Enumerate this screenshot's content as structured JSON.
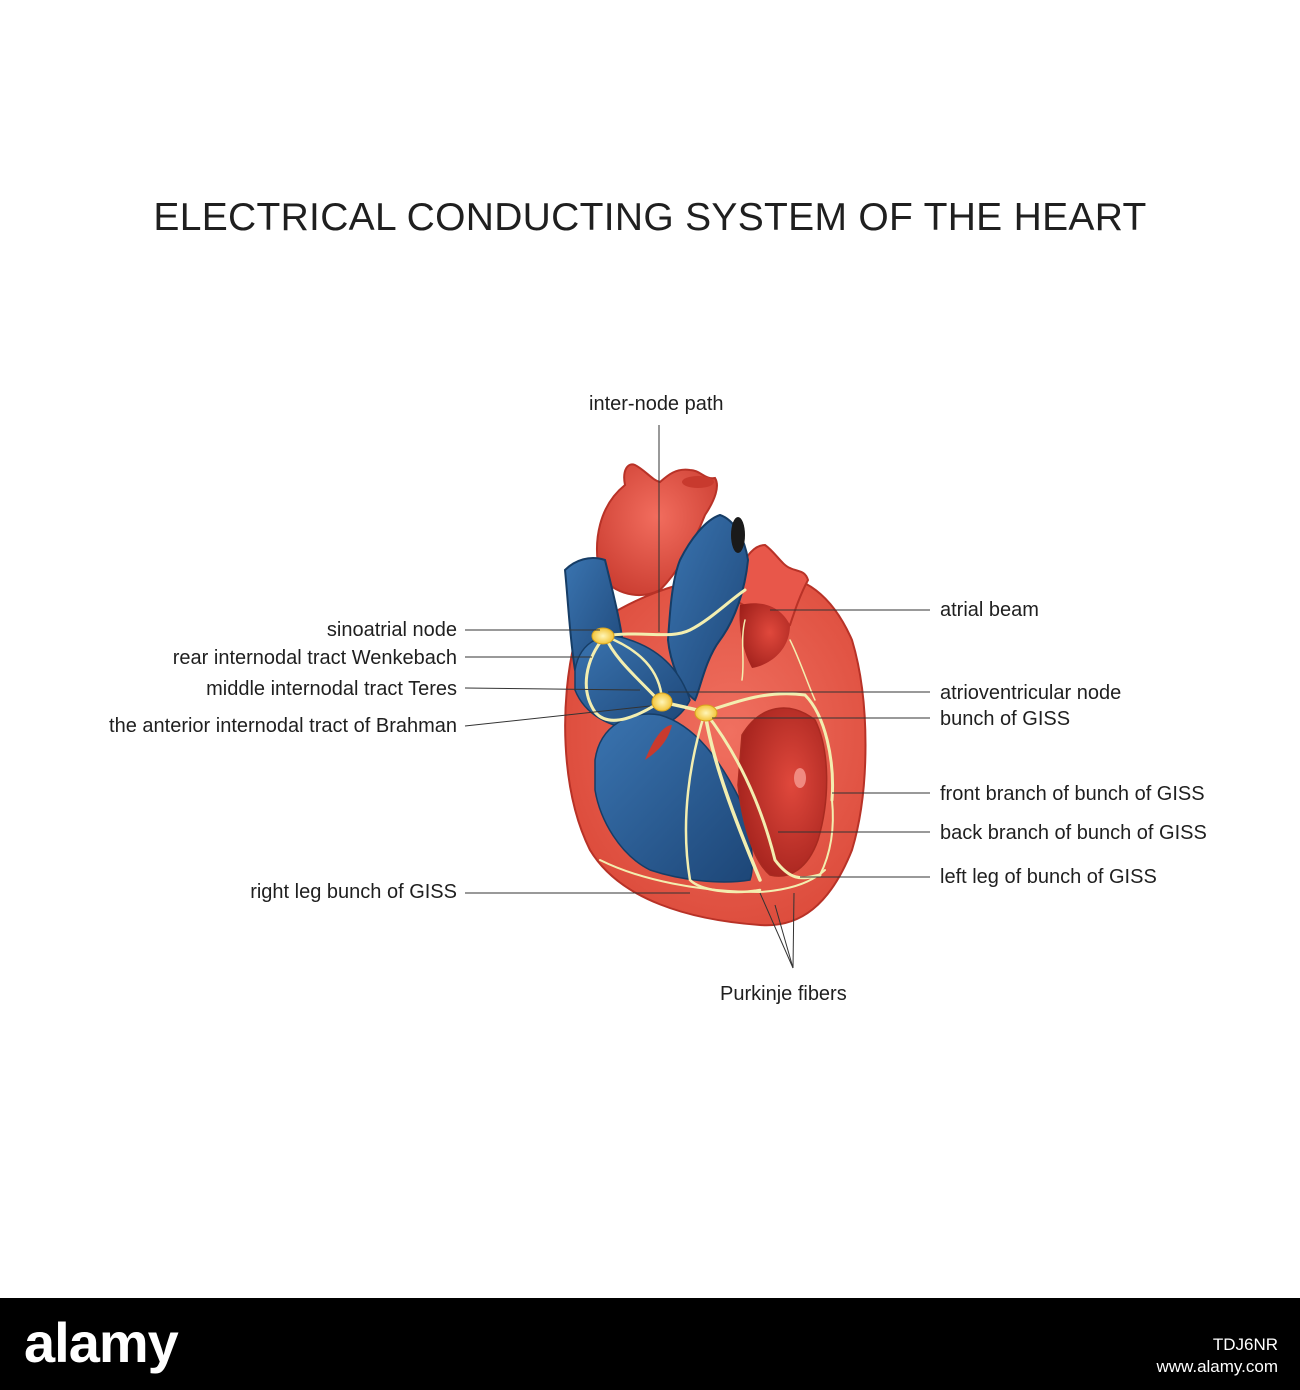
{
  "title": "ELECTRICAL CONDUCTING SYSTEM OF THE HEART",
  "labels": {
    "inter_node_path": "inter-node path",
    "atrial_beam": "atrial beam",
    "sinoatrial_node": "sinoatrial node",
    "rear_internodal": "rear internodal tract Wenkebach",
    "middle_internodal": "middle internodal tract Teres",
    "anterior_internodal": "the anterior internodal tract of Brahman",
    "av_node": "atrioventricular node",
    "bunch_giss": "bunch of GISS",
    "front_branch": "front branch of bunch of GISS",
    "back_branch": "back branch of bunch of GISS",
    "left_leg": "left leg of bunch of GISS",
    "right_leg": "right leg bunch of GISS",
    "purkinje": "Purkinje fibers"
  },
  "footer": {
    "logo": "alamy",
    "image_id": "TDJ6NR",
    "site": "www.alamy.com"
  },
  "colors": {
    "heart_wall": "#e8574a",
    "heart_inner": "#c62f26",
    "blue_chamber": "#2a5f96",
    "blue_dark": "#183f6b",
    "conduction": "#f3eeb0",
    "node": "#f7d451",
    "leader_line": "#333333"
  }
}
